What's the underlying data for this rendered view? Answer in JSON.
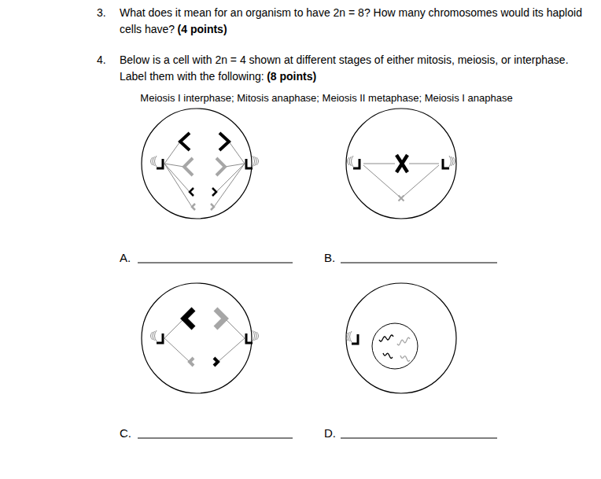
{
  "diagram": {
    "labels": [
      "3.",
      "What does it mean for an organism to have 2n = 8? How many chromosomes would its haploid cells have?",
      "(4 points)",
      "4.",
      "Below is a cell with 2n = 4 shown at different stages of either mitosis, meiosis, or interphase. Label them with the following:",
      "(8 points)",
      "Meiosis I interphase; Mitosis anaphase; Meiosis II metaphase; Meiosis I anaphase",
      "A.",
      "B.",
      "C.",
      "D."
    ]
  }
}
